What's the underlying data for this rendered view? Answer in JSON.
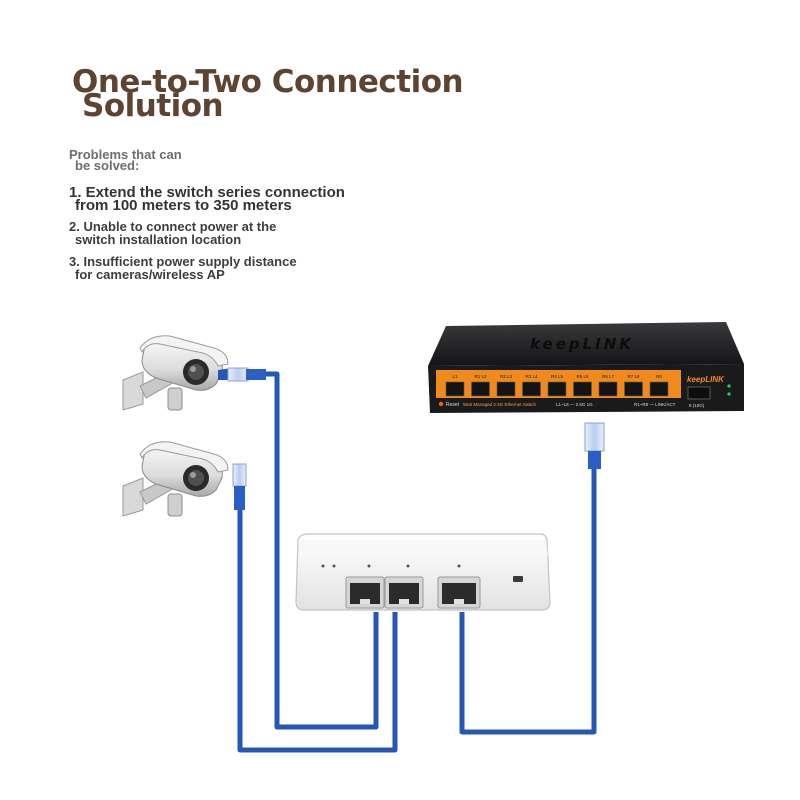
{
  "title": {
    "line1": "One-to-Two Connection",
    "line2": "Solution"
  },
  "subtitle": {
    "line1": "Problems that can",
    "line2": "be solved:"
  },
  "problems": [
    {
      "line1": "1. Extend the switch series connection",
      "line2": "from 100 meters to 350 meters"
    },
    {
      "line1": "2. Unable to connect power at the",
      "line2": "switch installation location"
    },
    {
      "line1": "3. Insufficient power supply distance",
      "line2": "for cameras/wireless AP"
    }
  ],
  "switch": {
    "brand": "keepLINK",
    "ports": [
      "L1",
      "R1 L2",
      "R2 L3",
      "R3 L4",
      "R4 L5",
      "R5 L6",
      "R6 L7",
      "R7 L8",
      "R8"
    ],
    "reset_label": "Reset",
    "model_text": "Web Managed 2.5G Ethernet Switch",
    "legend_text": "L1~L8 — 2.5G  1G",
    "legend_text2": "R1~R8 — LINK/ACT",
    "sfp_label": "9 (10G)"
  },
  "colors": {
    "title": "#5c4332",
    "cable": "#2556b8",
    "switch_body": "#1d1d1f",
    "switch_panel": "#f08a1c"
  }
}
